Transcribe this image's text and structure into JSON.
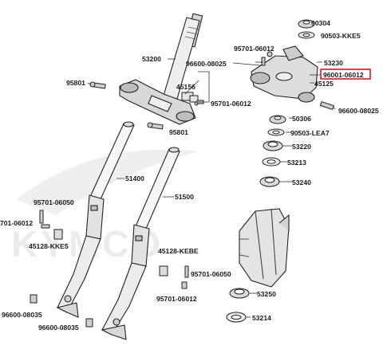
{
  "watermark": "KYMCO",
  "highlight_color": "#e0141e",
  "labels": {
    "p90304": "90304",
    "p90503_kke5": "90503-KKE5",
    "p95701_top": "95701-06012",
    "p53200": "53200",
    "p96600_top": "96600-08025",
    "p53230": "53230",
    "p96001": "96001-06012",
    "p45125": "45125",
    "p95801_left": "95801",
    "p45156": "45156",
    "p95701_mid": "95701-06012",
    "p96600_mid": "96600-08025",
    "p50306": "50306",
    "p95801_mid": "95801",
    "p90503_lea7": "90503-LEA7",
    "p53220": "53220",
    "p53213": "53213",
    "p51400": "51400",
    "p51500": "51500",
    "p53240": "53240",
    "p95701_6050_left": "95701-06050",
    "p95701_left_cut": "701-06012",
    "p45128_kke5": "45128-KKE5",
    "p45128_kebe": "45128-KEBE",
    "p95701_6050_mid": "95701-06050",
    "p95701_bottom": "95701-06012",
    "p53250": "53250",
    "p96600_8035_a": "96600-08035",
    "p96600_8035_b": "96600-08035",
    "p53214": "53214"
  }
}
